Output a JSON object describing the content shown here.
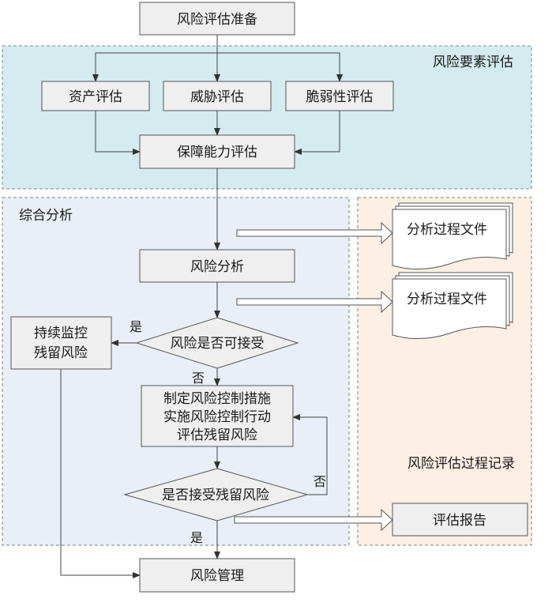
{
  "regions": {
    "elements_label": "风险要素评估",
    "analysis_label": "综合分析",
    "records_label": "风险评估过程记录"
  },
  "nodes": {
    "prepare": "风险评估准备",
    "asset": "资产评估",
    "threat": "威胁评估",
    "vuln": "脆弱性评估",
    "capability": "保障能力评估",
    "analysis": "风险分析",
    "acceptable": "风险是否可接受",
    "monitor_line1": "持续监控",
    "monitor_line2": "残留风险",
    "control_line1": "制定风险控制措施",
    "control_line2": "实施风险控制行动",
    "control_line3": "评估残留风险",
    "accept_residual": "是否接受残留风险",
    "management": "风险管理"
  },
  "records": {
    "doc1": "分析过程文件",
    "doc2": "分析过程文件",
    "report": "评估报告"
  },
  "edge_labels": {
    "yes_monitor": "是",
    "no_control": "否",
    "no_loop": "否",
    "yes_management": "是"
  },
  "colors": {
    "elements_region": "#d4ebf0",
    "analysis_region": "#eaeff7",
    "records_region": "#fcefe3",
    "node_fill": "#efefef"
  }
}
